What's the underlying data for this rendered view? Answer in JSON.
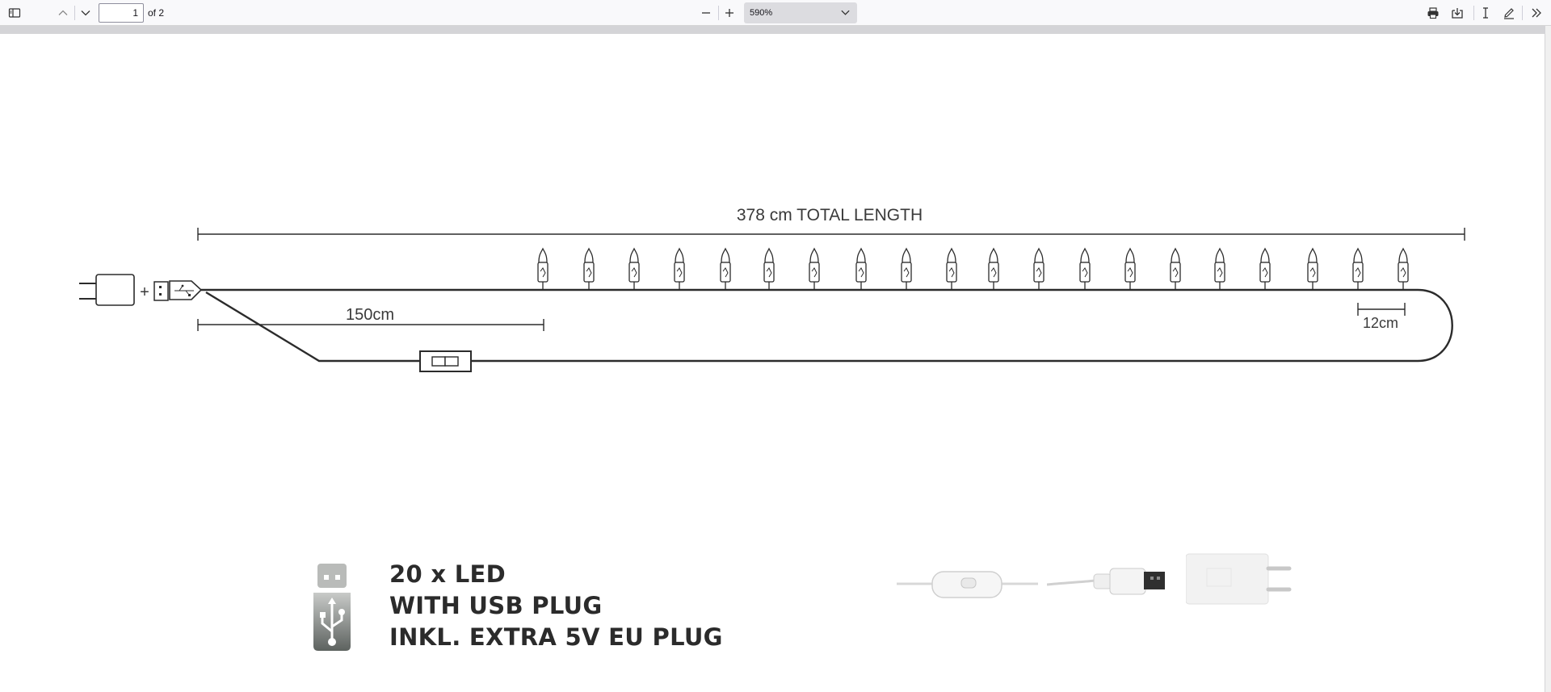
{
  "toolbar": {
    "page_number": "1",
    "page_count": "of 2",
    "zoom_value": "590%",
    "icons": [
      "sidebar-toggle-icon",
      "chevron-up-icon",
      "chevron-down-icon",
      "zoom-out-icon",
      "zoom-in-icon",
      "print-icon",
      "save-icon",
      "text-select-icon",
      "draw-icon",
      "more-tools-icon"
    ]
  },
  "diagram": {
    "total_length_label": "378 cm TOTAL LENGTH",
    "lead_length_label": "150cm",
    "spacing_label": "12cm",
    "led_count": 20
  },
  "features": {
    "line1": "20 x LED",
    "line2": "WITH USB PLUG",
    "line3": "INKL. EXTRA 5V EU PLUG"
  },
  "colors": {
    "line": "#2b2b2b",
    "toolbar_bg": "#f9f9fb",
    "gutter": "#d4d4d7"
  }
}
